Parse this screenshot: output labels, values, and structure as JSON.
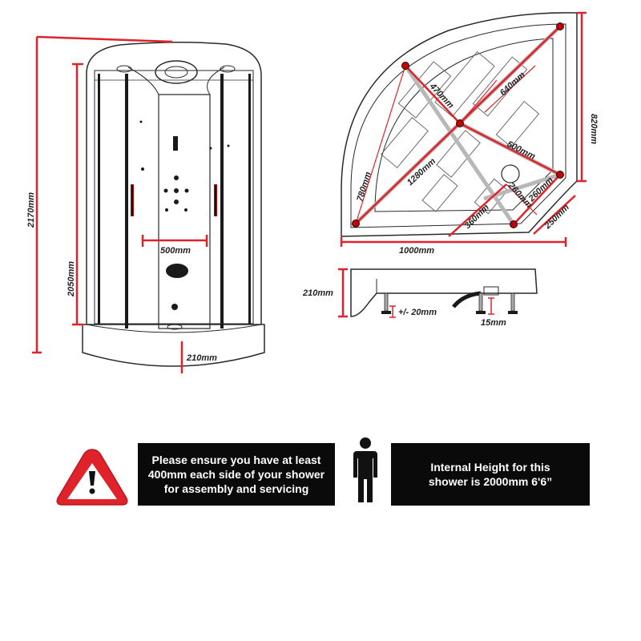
{
  "colors": {
    "dimension_red": "#e0232b",
    "outline": "#2a2a2a",
    "banner_bg": "#0a0a0a",
    "banner_text": "#ffffff",
    "warning_red": "#e0232b",
    "sensor_red": "#c40000"
  },
  "front_view": {
    "total_height": "2170mm",
    "cabin_height": "2050mm",
    "panel_width": "500mm",
    "tray_height": "210mm"
  },
  "plan_view": {
    "diag_470": "470mm",
    "diag_640": "640mm",
    "depth_820": "820mm",
    "diag_500": "500mm",
    "diag_1280": "1280mm",
    "side_780": "780mm",
    "drain_260a": "260mm",
    "drain_260b": "260mm",
    "drain_360": "360mm",
    "edge_250": "250mm",
    "width_1000": "1000mm"
  },
  "tray_profile": {
    "height": "210mm",
    "leg_adjust": "+/- 20mm",
    "waste_offset": "15mm"
  },
  "notices": {
    "warning_icon": "warning-triangle-icon",
    "person_icon": "person-silhouette-icon",
    "clearance_text": "Please ensure you have at least 400mm each side of your shower for assembly and servicing",
    "internal_height_text": "Internal Height for this shower is 2000mm 6'6”"
  }
}
